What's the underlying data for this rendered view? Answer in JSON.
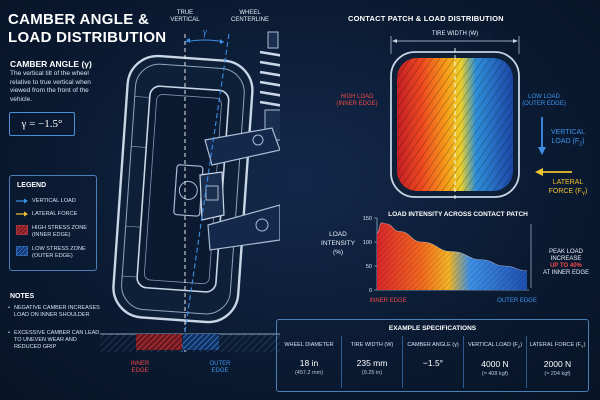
{
  "title": {
    "line1": "CAMBER ANGLE &",
    "line2": "LOAD DISTRIBUTION"
  },
  "camber": {
    "heading": "CAMBER ANGLE (γ)",
    "description": "The vertical tilt of the wheel relative to true vertical when viewed from the front of the vehicle.",
    "value": "γ = −1.5°"
  },
  "wheel_diagram": {
    "true_vertical": "TRUE VERTICAL",
    "wheel_centerline": "WHEEL CENTERLINE",
    "gamma_symbol": "γ",
    "inner_edge": "INNER EDGE",
    "outer_edge": "OUTER EDGE"
  },
  "legend": {
    "title": "LEGEND",
    "items": [
      {
        "label": "VERTICAL LOAD",
        "icon": "arrow-right-icon",
        "color": "#3d8fe6"
      },
      {
        "label": "LATERAL FORCE",
        "icon": "arrow-right-icon",
        "color": "#f2c230"
      },
      {
        "label": "HIGH STRESS ZONE (INNER EDGE)",
        "icon": "red-hatch-swatch",
        "color": "#d6383a"
      },
      {
        "label": "LOW STRESS ZONE (OUTER EDGE)",
        "icon": "blue-hatch-swatch",
        "color": "#2f74d0"
      }
    ]
  },
  "notes": {
    "title": "NOTES",
    "items": [
      "NEGATIVE CAMBER INCREASES LOAD ON INNER SHOULDER",
      "EXCESSIVE CAMBER CAN LEAD TO UNEVEN WEAR AND REDUCED GRIP"
    ]
  },
  "contact_patch": {
    "title": "CONTACT PATCH & LOAD DISTRIBUTION",
    "tire_width": "TIRE WIDTH (W)",
    "high_load": "HIGH LOAD (INNER EDGE)",
    "low_load": "LOW LOAD (OUTER EDGE)",
    "vertical_load": "VERTICAL LOAD (F",
    "vertical_load_sub": "Z",
    "lateral_force": "LATERAL FORCE (F",
    "lateral_force_sub": "Y"
  },
  "chart_data": {
    "type": "area",
    "title": "LOAD INTENSITY ACROSS CONTACT PATCH",
    "ylabel": "LOAD INTENSITY (%)",
    "xlabel_left": "INNER EDGE",
    "xlabel_right": "OUTER EDGE",
    "yticks": [
      0,
      50,
      100,
      150
    ],
    "ylim": [
      0,
      150
    ],
    "x": [
      0,
      0.03,
      0.06,
      0.15,
      0.3,
      0.5,
      0.7,
      0.85,
      1.0
    ],
    "values": [
      118,
      140,
      138,
      122,
      100,
      80,
      63,
      50,
      40
    ],
    "annotation": {
      "line1": "PEAK LOAD",
      "line2": "INCREASE",
      "highlight": "UP TO 40%",
      "line3": "AT INNER EDGE"
    }
  },
  "specs": {
    "title": "EXAMPLE SPECIFICATIONS",
    "columns": [
      {
        "header": "WHEEL DIAMETER",
        "value": "18 in",
        "sub": "(457.2 mm)"
      },
      {
        "header": "TIRE WIDTH (W)",
        "value": "235 mm",
        "sub": "(9.25 in)"
      },
      {
        "header": "CAMBER ANGLE (γ)",
        "value": "−1.5°",
        "sub": ""
      },
      {
        "header": "VERTICAL LOAD (F",
        "header_sub": "Z",
        "value": "4000 N",
        "sub": "(≈ 408 kgf)"
      },
      {
        "header": "LATERAL FORCE (F",
        "header_sub": "Y",
        "value": "2000 N",
        "sub": "(≈ 204 kgf)"
      }
    ]
  }
}
